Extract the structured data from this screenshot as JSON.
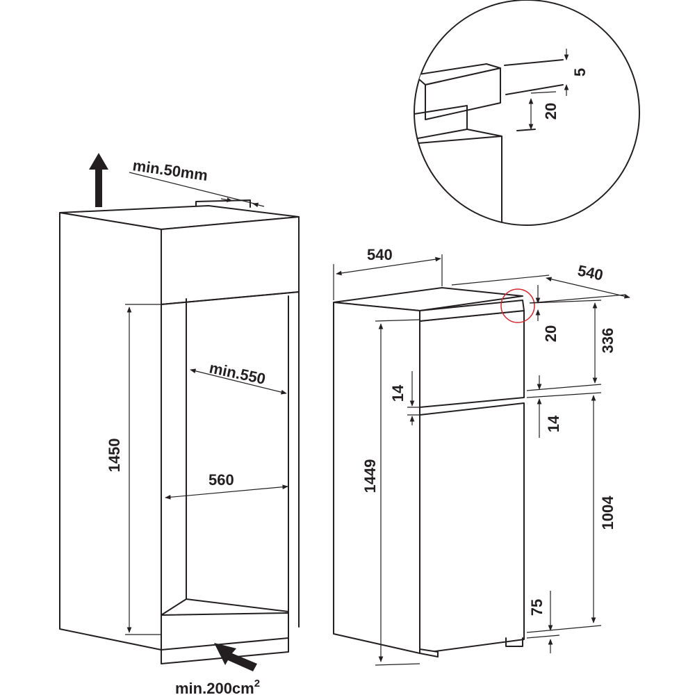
{
  "labels": {
    "ventilation_top": "min.50mm",
    "niche_height": "1450",
    "niche_depth": "min.550",
    "niche_width": "560",
    "ventilation_bottom": "min.200cm",
    "ventilation_bottom_sup": "2",
    "appliance_width": "540",
    "appliance_depth": "540",
    "appliance_height": "1449",
    "top_gap": "20",
    "freezer_door_height": "336",
    "door_gap_left": "14",
    "door_gap_right": "14",
    "fridge_door_height": "1004",
    "bottom_offset": "75",
    "detail_top": "5",
    "detail_gap": "20"
  },
  "colors": {
    "line": "#231f20",
    "highlight_circle": "#d1282e",
    "background": "#ffffff"
  }
}
